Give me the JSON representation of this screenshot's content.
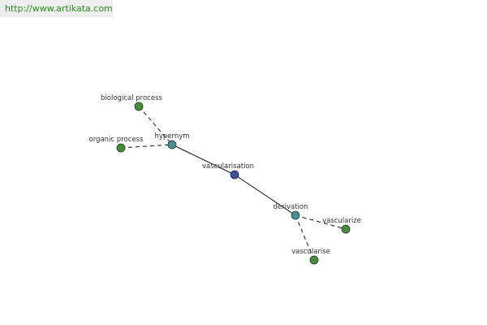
{
  "header": {
    "url": "http://www.artikata.com"
  },
  "graph": {
    "center": {
      "label": "vascularisation",
      "color": "#3b4f9a"
    },
    "relations": [
      {
        "key": "hypernym",
        "label": "hypernym",
        "color": "#4a8f8f"
      },
      {
        "key": "derivation",
        "label": "derivation",
        "color": "#4a8f8f"
      }
    ],
    "leaves": [
      {
        "key": "biological-process",
        "label": "biological process",
        "relation": "hypernym",
        "color": "#4a8a3e"
      },
      {
        "key": "organic-process",
        "label": "organic process",
        "relation": "hypernym",
        "color": "#4a8a3e"
      },
      {
        "key": "vascularize",
        "label": "vascularize",
        "relation": "derivation",
        "color": "#4a8a3e"
      },
      {
        "key": "vascularise",
        "label": "vascularise",
        "relation": "derivation",
        "color": "#4a8a3e"
      }
    ]
  }
}
